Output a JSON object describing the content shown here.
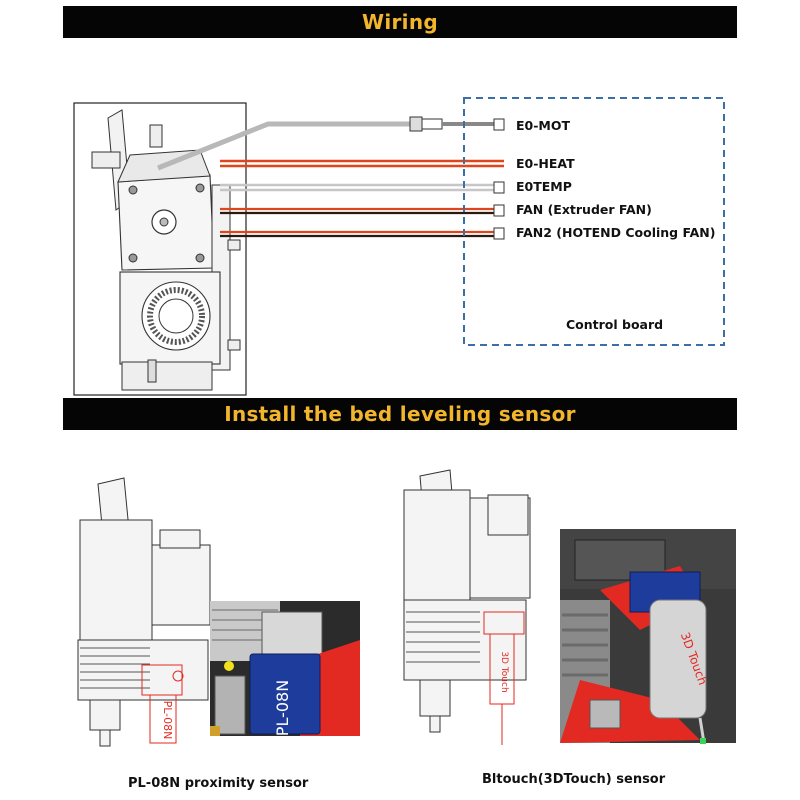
{
  "sections": {
    "wiring_title": "Wiring",
    "sensor_title": "Install the bed leveling sensor"
  },
  "wiring": {
    "connectors": [
      {
        "label": "E0-MOT"
      },
      {
        "label": "E0-HEAT"
      },
      {
        "label": "E0TEMP"
      },
      {
        "label": "FAN (Extruder FAN)"
      },
      {
        "label": "FAN2 (HOTEND Cooling FAN)"
      }
    ],
    "board_label": "Control board"
  },
  "sensors": {
    "left_caption": "PL-08N proximity sensor",
    "left_sensor_text": "PL-08N",
    "right_caption": "Bltouch(3DTouch) sensor",
    "right_sensor_text": "3D Touch"
  },
  "colors": {
    "banner_bg": "#050505",
    "banner_text": "#f2b52b",
    "wire_red": "#e0461c",
    "wire_black": "#2a1a12",
    "dashed_box": "#3a6fa8",
    "hotend_red": "#e32a22",
    "sensor_blue": "#1e3c9c"
  }
}
